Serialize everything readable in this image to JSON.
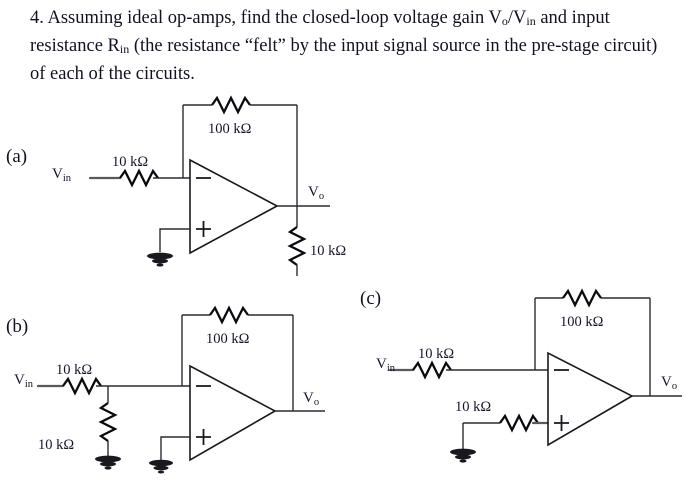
{
  "document": {
    "question_number": "4.",
    "prompt_line1": "4. Assuming ideal op-amps, find the closed-loop voltage gain",
    "prompt_part_a": "V",
    "prompt_text": {
      "seg1": "4. Assuming ideal op-amps, find the closed-loop voltage gain ",
      "seg2": "V",
      "sub_o": "o",
      "seg3": "/V",
      "sub_in": "in",
      "seg4": " and input resistance R",
      "sub_rin": "in",
      "seg5": " (the resistance “felt” by the input signal source in the pre-stage circuit) of each of the circuits."
    }
  },
  "circuits": [
    {
      "id": "a",
      "label": "(a)",
      "topology": "inverting-amplifier-with-load",
      "input_label": "V",
      "input_sub": "in",
      "output_label": "V",
      "output_sub": "o",
      "components": [
        {
          "name": "input-series-resistor",
          "value": "10 kΩ"
        },
        {
          "name": "feedback-resistor",
          "value": "100 kΩ"
        },
        {
          "name": "output-load-resistor",
          "value": "10 kΩ"
        }
      ],
      "opamp": {
        "inverting_sign": "−",
        "noninverting_sign": "+",
        "noninverting_input": "ground"
      }
    },
    {
      "id": "b",
      "label": "(b)",
      "topology": "inverting-amplifier-with-shunt-input-resistor",
      "input_label": "V",
      "input_sub": "in",
      "output_label": "V",
      "output_sub": "o",
      "components": [
        {
          "name": "input-series-resistor",
          "value": "10 kΩ"
        },
        {
          "name": "input-shunt-resistor",
          "value": "10 kΩ"
        },
        {
          "name": "feedback-resistor",
          "value": "100 kΩ"
        }
      ],
      "opamp": {
        "inverting_sign": "−",
        "noninverting_sign": "+",
        "noninverting_input": "ground"
      }
    },
    {
      "id": "c",
      "label": "(c)",
      "topology": "inverting-amplifier-with-noninverting-bias-resistor",
      "input_label": "V",
      "input_sub": "in",
      "output_label": "V",
      "output_sub": "o",
      "components": [
        {
          "name": "input-series-resistor",
          "value": "10 kΩ"
        },
        {
          "name": "noninverting-series-resistor",
          "value": "10 kΩ"
        },
        {
          "name": "feedback-resistor",
          "value": "100 kΩ"
        }
      ],
      "opamp": {
        "inverting_sign": "−",
        "noninverting_sign": "+",
        "noninverting_input": "ground"
      }
    }
  ],
  "colors": {
    "ink": "#15152a",
    "wire": "#2a2a33",
    "background": "#ffffff"
  }
}
